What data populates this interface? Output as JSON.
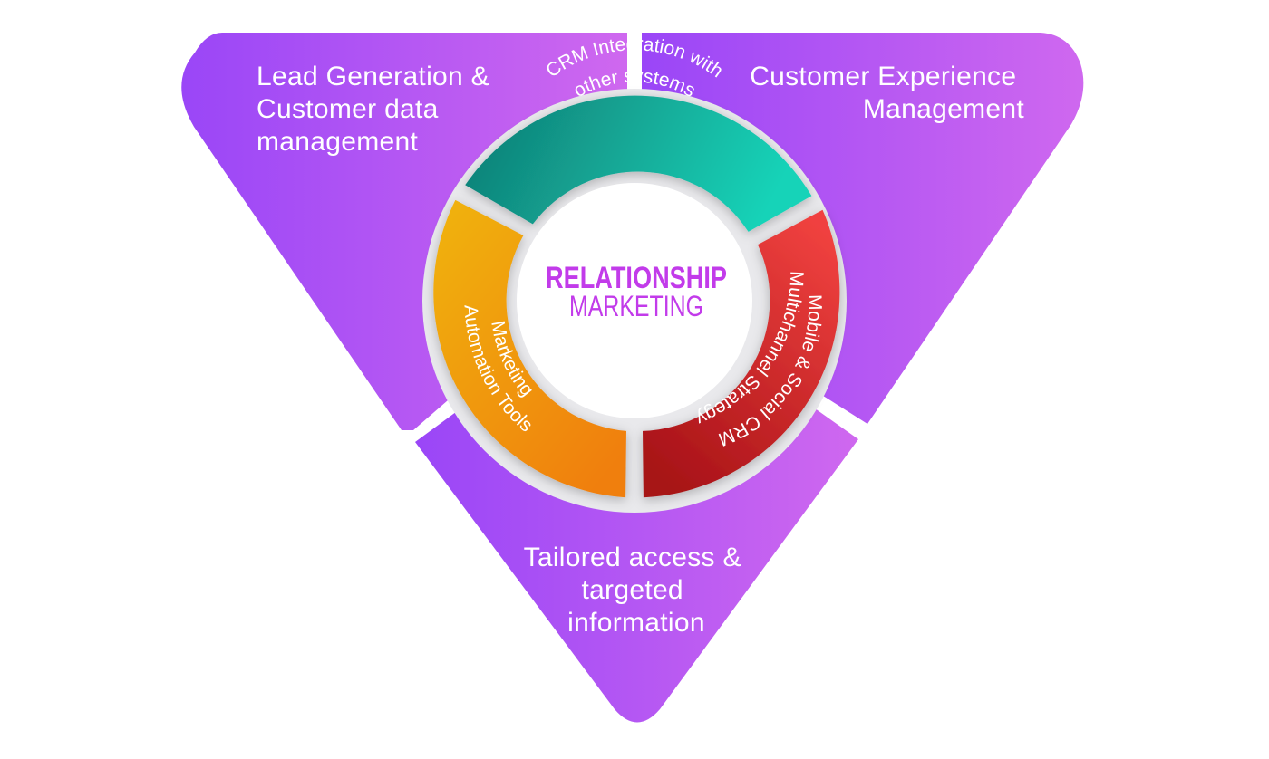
{
  "colors": {
    "panel_start": "#9a46f7",
    "panel_end": "#cf68ef",
    "crm_integration_start": "#0f7a72",
    "crm_integration_end": "#17d3b8",
    "multichannel_start": "#f0413f",
    "multichannel_end": "#a71217",
    "automation_start": "#f0b410",
    "automation_end": "#f07f10",
    "center_text": "#c23bea",
    "gap": "#e9e9ec"
  },
  "panels": {
    "top_left": {
      "lines": [
        "Lead Generation &",
        "Customer data",
        "management"
      ]
    },
    "top_right": {
      "lines": [
        "Customer Experience",
        "Management"
      ]
    },
    "bottom": {
      "lines": [
        "Tailored access &",
        "targeted",
        "information"
      ]
    }
  },
  "ring": {
    "crm_integration": {
      "lines": [
        "CRM Integration with",
        "other systems"
      ]
    },
    "multichannel": {
      "lines": [
        "Multichannel Strategy",
        "Mobile & Social CRM"
      ]
    },
    "automation": {
      "lines": [
        "Marketing",
        "Automation Tools"
      ]
    }
  },
  "center": {
    "line1": "RELATIONSHIP",
    "line2": "MARKETING"
  }
}
